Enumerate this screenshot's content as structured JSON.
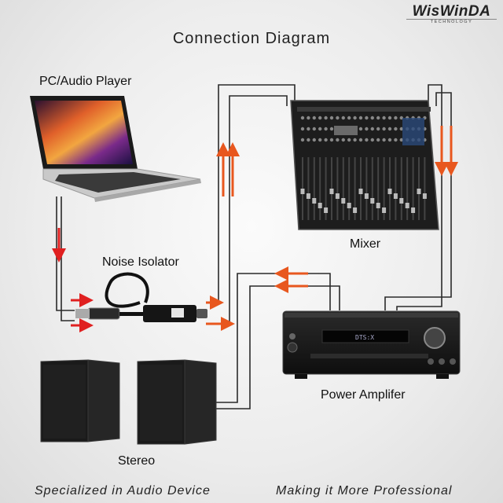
{
  "logo": {
    "text": "WisWinDA",
    "subtext": "TECHNOLOGY"
  },
  "title": "Connection Diagram",
  "labels": {
    "pc": "PC/Audio Player",
    "isolator": "Noise Isolator",
    "mixer": "Mixer",
    "amplifier": "Power Amplifer",
    "stereo": "Stereo"
  },
  "amplifier_display": "DTS:X",
  "footer": {
    "left": "Specialized in Audio Device",
    "right": "Making it More Professional"
  },
  "colors": {
    "signal_arrow": "#e8571e",
    "input_arrow": "#e02020",
    "wire": "#2a2a2a",
    "device_body": "#1c1c1c"
  }
}
